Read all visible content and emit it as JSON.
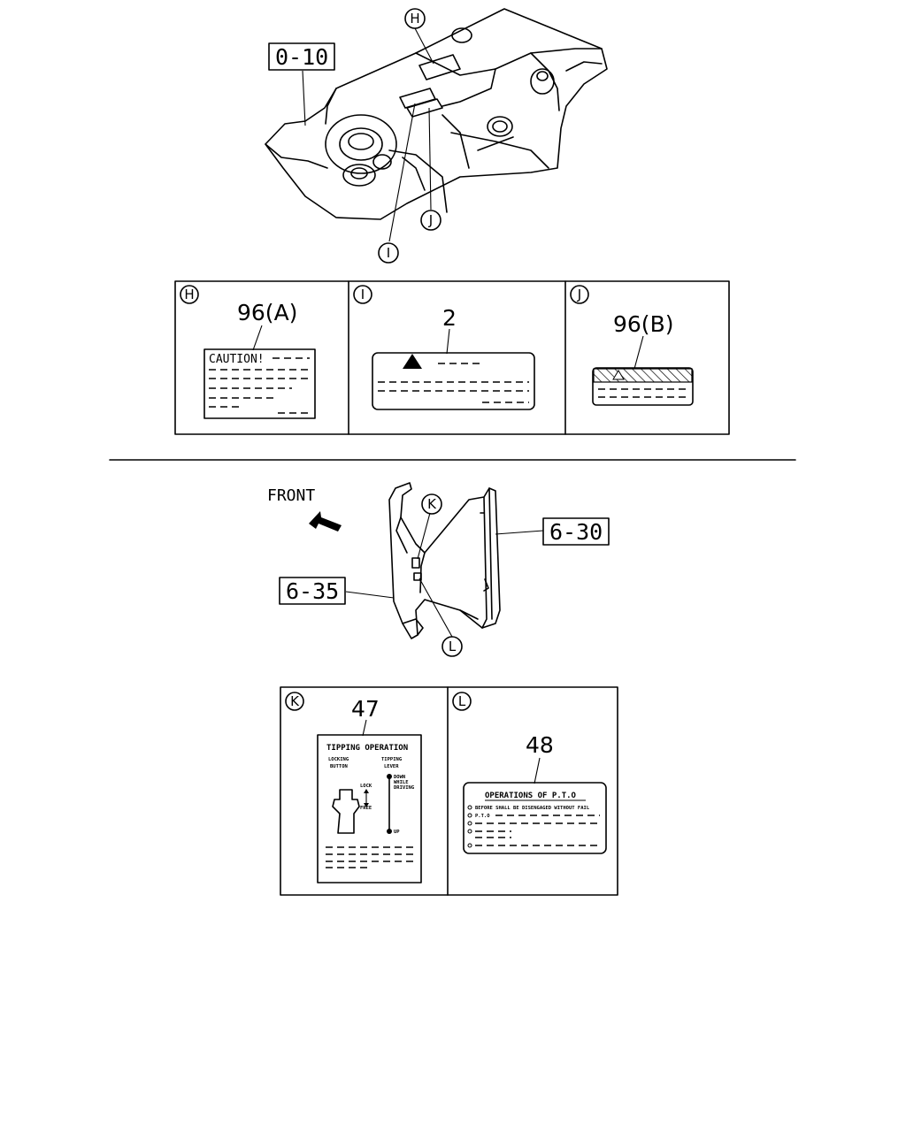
{
  "front_label": "FRONT",
  "ref_codes": {
    "top": "0-10",
    "rear": "6-30",
    "front": "6-35"
  },
  "callouts": {
    "h": "H",
    "i": "I",
    "j": "J",
    "k": "K",
    "l": "L"
  },
  "labels": {
    "h": {
      "part": "96(A)",
      "heading": "CAUTION!"
    },
    "i": {
      "part": "2"
    },
    "j": {
      "part": "96(B)"
    },
    "k": {
      "part": "47",
      "title": "TIPPING OPERATION",
      "col_left": [
        "LOCKING",
        "BUTTON"
      ],
      "col_right": [
        "TIPPING",
        "LEVER"
      ],
      "lock": "LOCK",
      "free": "FREE",
      "down_text": [
        "DOWN",
        "WHILE",
        "DRIVING"
      ],
      "up": "UP"
    },
    "l": {
      "part": "48",
      "title": "OPERATIONS OF P.T.O",
      "line1": "BEFORE SHALL BE DISENGAGED WITHOUT FAIL",
      "line2": "P.T.O"
    }
  }
}
